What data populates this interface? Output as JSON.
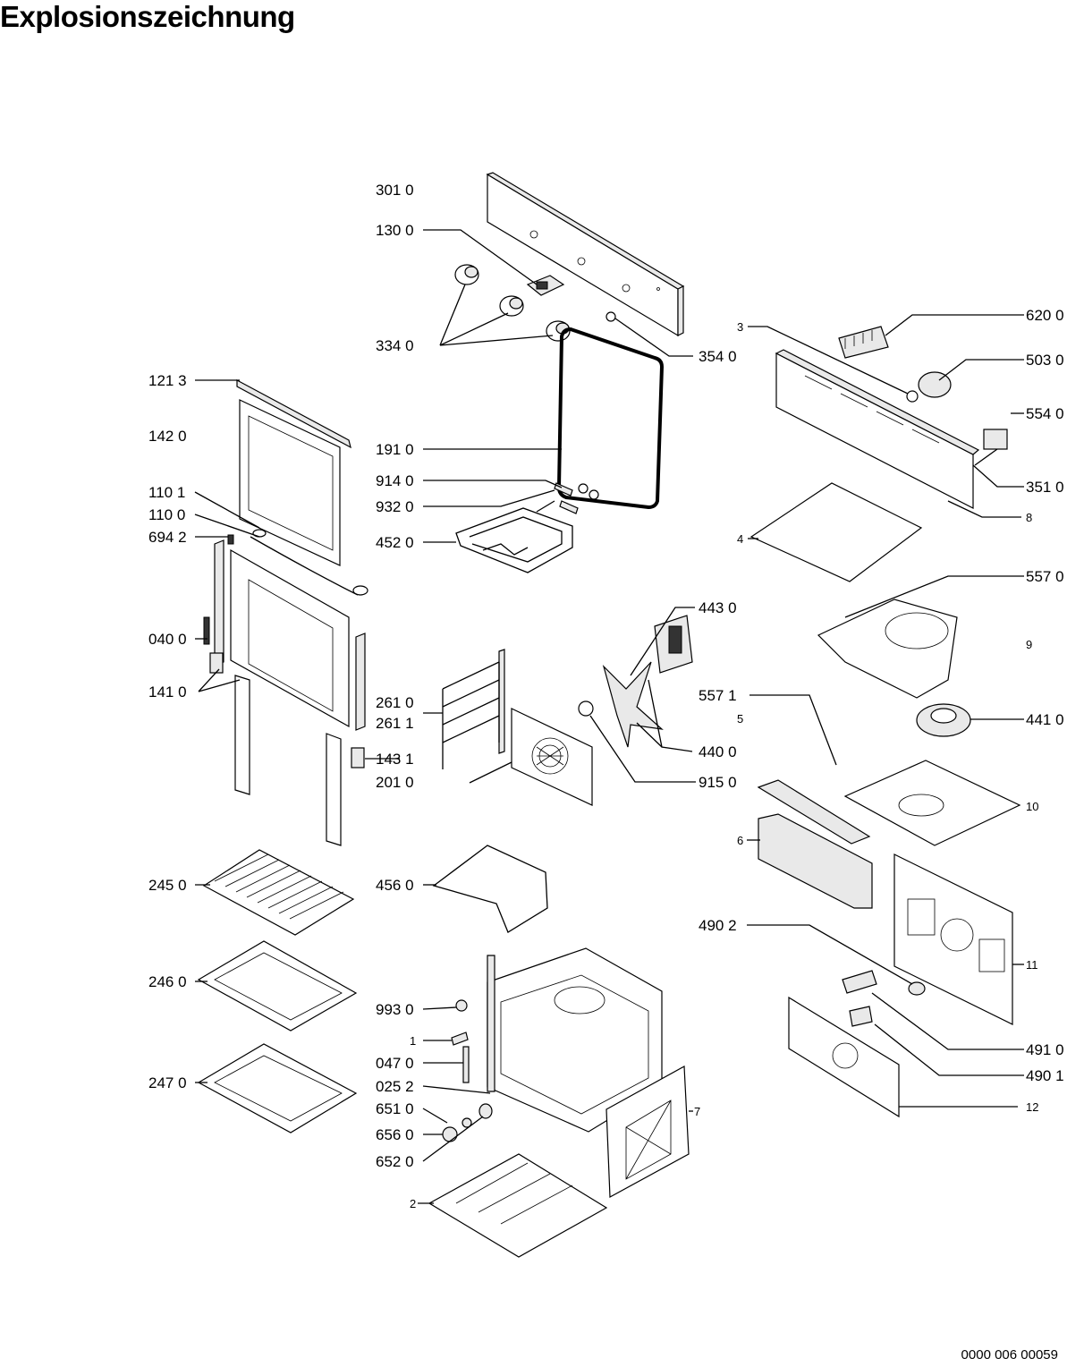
{
  "title": "Explosionszeichnung",
  "document_number": "0000 006 00059",
  "labels": {
    "p3010": "301 0",
    "p1300": "130 0",
    "p3340": "334 0",
    "p3540": "354 0",
    "p1213": "121 3",
    "p1420": "142 0",
    "p1910": "191 0",
    "p9140": "914 0",
    "p9320": "932 0",
    "p4520": "452 0",
    "p1101": "110 1",
    "p1100": "110 0",
    "p6942": "694 2",
    "p0400": "040 0",
    "p1410": "141 0",
    "p2610": "261 0",
    "p2611": "261 1",
    "p1431": "143 1",
    "p2010": "201 0",
    "p4430": "443 0",
    "p4400": "440 0",
    "p9150": "915 0",
    "p6200": "620 0",
    "p5030": "503 0",
    "p5540": "554 0",
    "p3510": "351 0",
    "p5570": "557 0",
    "p4410": "441 0",
    "p5571": "557 1",
    "p4902": "490 2",
    "p4910": "491 0",
    "p4901": "490 1",
    "p2450": "245 0",
    "p4560": "456 0",
    "p2460": "246 0",
    "p2470": "247 0",
    "p9930": "993 0",
    "p0470": "047 0",
    "p0252": "025 2",
    "p6510": "651 0",
    "p6560": "656 0",
    "p6520": "652 0",
    "n1": "1",
    "n2": "2",
    "n3": "3",
    "n4": "4",
    "n5": "5",
    "n6": "6",
    "n7": "7",
    "n8": "8",
    "n9": "9",
    "n10": "10",
    "n11": "11",
    "n12": "12"
  }
}
